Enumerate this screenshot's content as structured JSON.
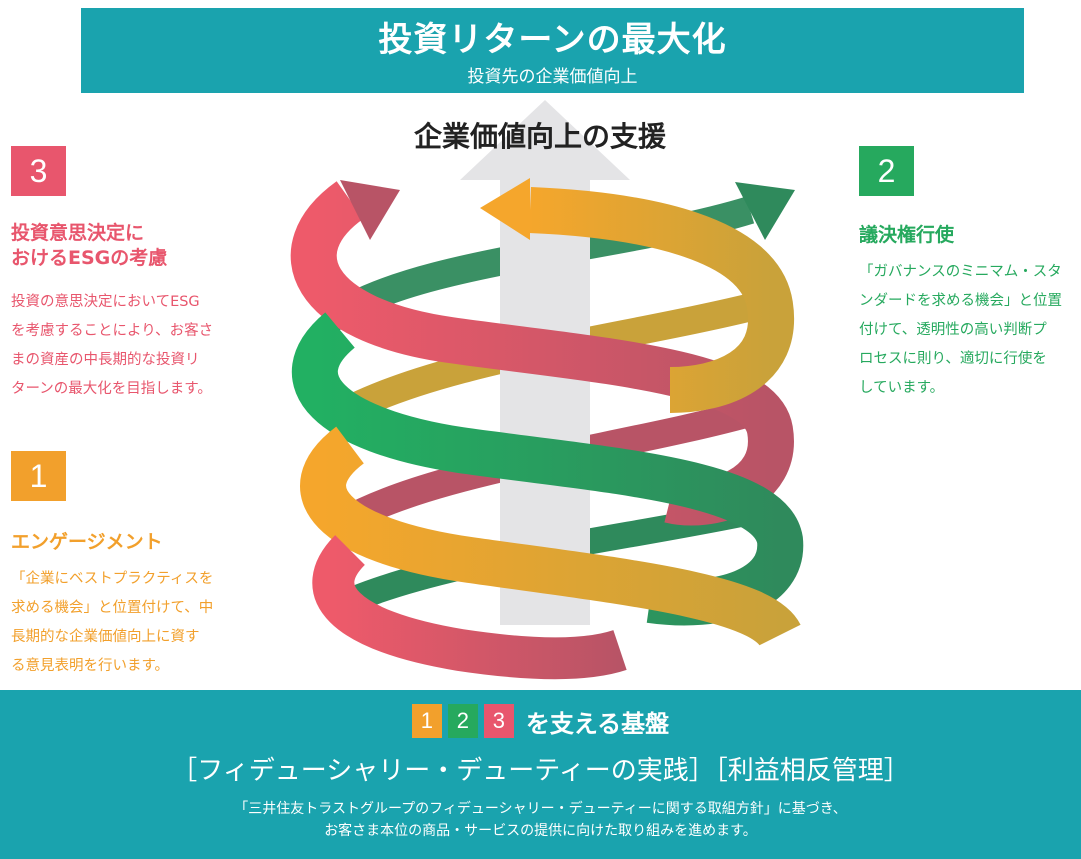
{
  "header": {
    "title": "投資リターンの最大化",
    "subtitle": "投資先の企業価値向上"
  },
  "center": {
    "title": "企業価値向上の支援"
  },
  "items": {
    "esg": {
      "number": "3",
      "heading_lines": [
        "投資意思決定に",
        "おけるESGの考慮"
      ],
      "body_lines": [
        "投資の意思決定においてESG",
        "を考慮することにより、お客さ",
        "まの資産の中長期的な投資リ",
        "ターンの最大化を目指します。"
      ],
      "color": "#e8566d"
    },
    "voting": {
      "number": "2",
      "heading_lines": [
        "議決権行使"
      ],
      "body_lines": [
        "「ガバナンスのミニマム・スタ",
        "ンダードを求める機会」と位置",
        "付けて、透明性の高い判断プ",
        "ロセスに則り、適切に行使を",
        "しています。"
      ],
      "color": "#26a95e"
    },
    "engagement": {
      "number": "1",
      "heading_lines": [
        "エンゲージメント"
      ],
      "body_lines": [
        "「企業にベストプラクティスを",
        "求める機会」と位置付けて、中",
        "長期的な企業価値向上に資す",
        "る意見表明を行います。"
      ],
      "color": "#f2a02c"
    }
  },
  "footer": {
    "badges": [
      "1",
      "2",
      "3"
    ],
    "badge_suffix": "を支える基盤",
    "foundation": "［フィデューシャリー・デューティーの実践］［利益相反管理］",
    "policy_lines": [
      "「三井住友トラストグループのフィデューシャリー・デューティーに関する取組方針」に基づき、",
      "お客さま本位の商品・サービスの提供に向けた取り組みを進めます。"
    ]
  },
  "colors": {
    "teal": "#1aa3ae",
    "red": "#e8566d",
    "green": "#26a95e",
    "orange": "#f2a02c",
    "arrow_gray": "#e4e4e6"
  }
}
